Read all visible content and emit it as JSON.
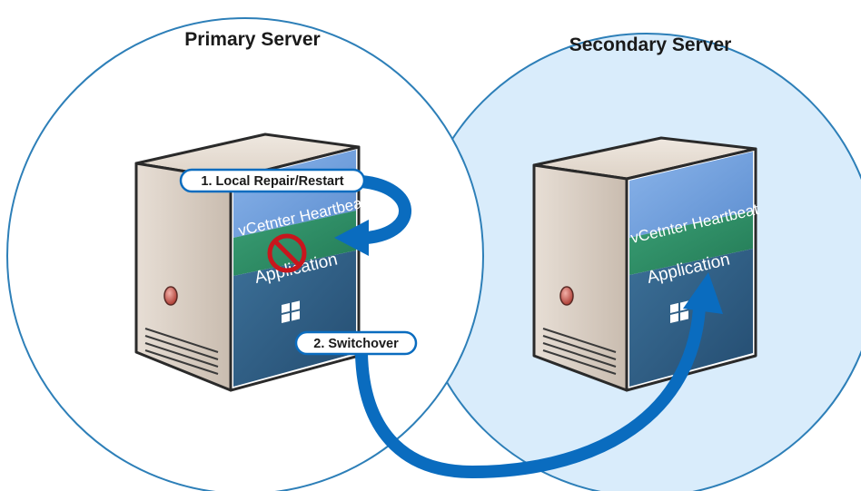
{
  "servers": {
    "primary": {
      "title": "Primary Server",
      "heartbeat_label": "vCetnter Heartbeat",
      "application_label": "Application",
      "application_state": "stopped"
    },
    "secondary": {
      "title": "Secondary Server",
      "heartbeat_label": "vCetnter Heartbeat",
      "application_label": "Application",
      "application_state": "running"
    }
  },
  "steps": [
    {
      "label": "1. Local Repair/Restart"
    },
    {
      "label": "2. Switchover"
    }
  ],
  "icons": {
    "prohibited": "no-symbol-icon",
    "os": "windows-logo-icon"
  },
  "colors": {
    "circle_outline": "#2d7fb8",
    "secondary_fill": "#d9ecfb",
    "heartbeat_layer": "#6f9fdc",
    "application_layer": "#2f8d66",
    "os_layer": "#2f5f88",
    "arrow": "#0a6cbf",
    "prohibit": "#c8161d",
    "server_body": "#d6cbc0"
  }
}
